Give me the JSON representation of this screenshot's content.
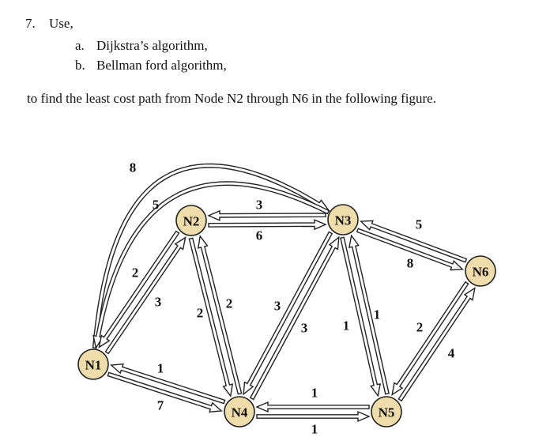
{
  "question": {
    "number": "7.",
    "lead": "Use,",
    "options": [
      {
        "marker": "a.",
        "text": "Dijkstra’s algorithm,"
      },
      {
        "marker": "b.",
        "text": "Bellman ford algorithm,"
      }
    ],
    "instruction": "to find the least cost path from Node N2 through N6 in the following figure."
  },
  "graph": {
    "nodes": [
      "N1",
      "N2",
      "N3",
      "N4",
      "N5",
      "N6"
    ],
    "edges": [
      {
        "from": "N1",
        "to": "N3",
        "weight": "8"
      },
      {
        "from": "N3",
        "to": "N1",
        "weight": "5"
      },
      {
        "from": "N2",
        "to": "N3",
        "weight": "3"
      },
      {
        "from": "N3",
        "to": "N2",
        "weight": "6"
      },
      {
        "from": "N1",
        "to": "N2",
        "weight": "3"
      },
      {
        "from": "N2",
        "to": "N1",
        "weight": "2"
      },
      {
        "from": "N2",
        "to": "N4",
        "weight": "2"
      },
      {
        "from": "N4",
        "to": "N2",
        "weight": "2"
      },
      {
        "from": "N4",
        "to": "N3",
        "weight": "3"
      },
      {
        "from": "N3",
        "to": "N4",
        "weight": "3"
      },
      {
        "from": "N3",
        "to": "N5",
        "weight": "1"
      },
      {
        "from": "N5",
        "to": "N3",
        "weight": "1"
      },
      {
        "from": "N3",
        "to": "N6",
        "weight": "5"
      },
      {
        "from": "N6",
        "to": "N3",
        "weight": "8"
      },
      {
        "from": "N1",
        "to": "N4",
        "weight": "1"
      },
      {
        "from": "N4",
        "to": "N1",
        "weight": "7"
      },
      {
        "from": "N4",
        "to": "N5",
        "weight": "1"
      },
      {
        "from": "N5",
        "to": "N4",
        "weight": "1"
      },
      {
        "from": "N5",
        "to": "N6",
        "weight": "2"
      },
      {
        "from": "N6",
        "to": "N5",
        "weight": "4"
      }
    ]
  },
  "colors": {
    "node_fill": "#efdcab",
    "stroke": "#222222"
  }
}
